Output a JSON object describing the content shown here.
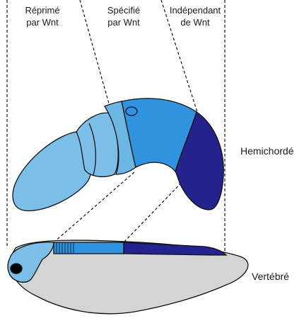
{
  "columns": {
    "repressed": {
      "line1": "Réprimé",
      "line2": "par Wnt"
    },
    "specified": {
      "line1": "Spécifié",
      "line2": "par Wnt"
    },
    "independent": {
      "line1": "Indépendant",
      "line2": "de Wnt"
    }
  },
  "organisms": {
    "hemichordate": "Hemichordé",
    "vertebrate": "Vertébré"
  },
  "colors": {
    "repressed_zone": "#7bbfe8",
    "repressed_zone_dark": "#6cb6e4",
    "specified_zone": "#2f93df",
    "independent_zone": "#24228c",
    "vertebrate_body": "#d4d4d4",
    "vertebrate_head": "#7bbfe8",
    "outline": "#111111"
  }
}
